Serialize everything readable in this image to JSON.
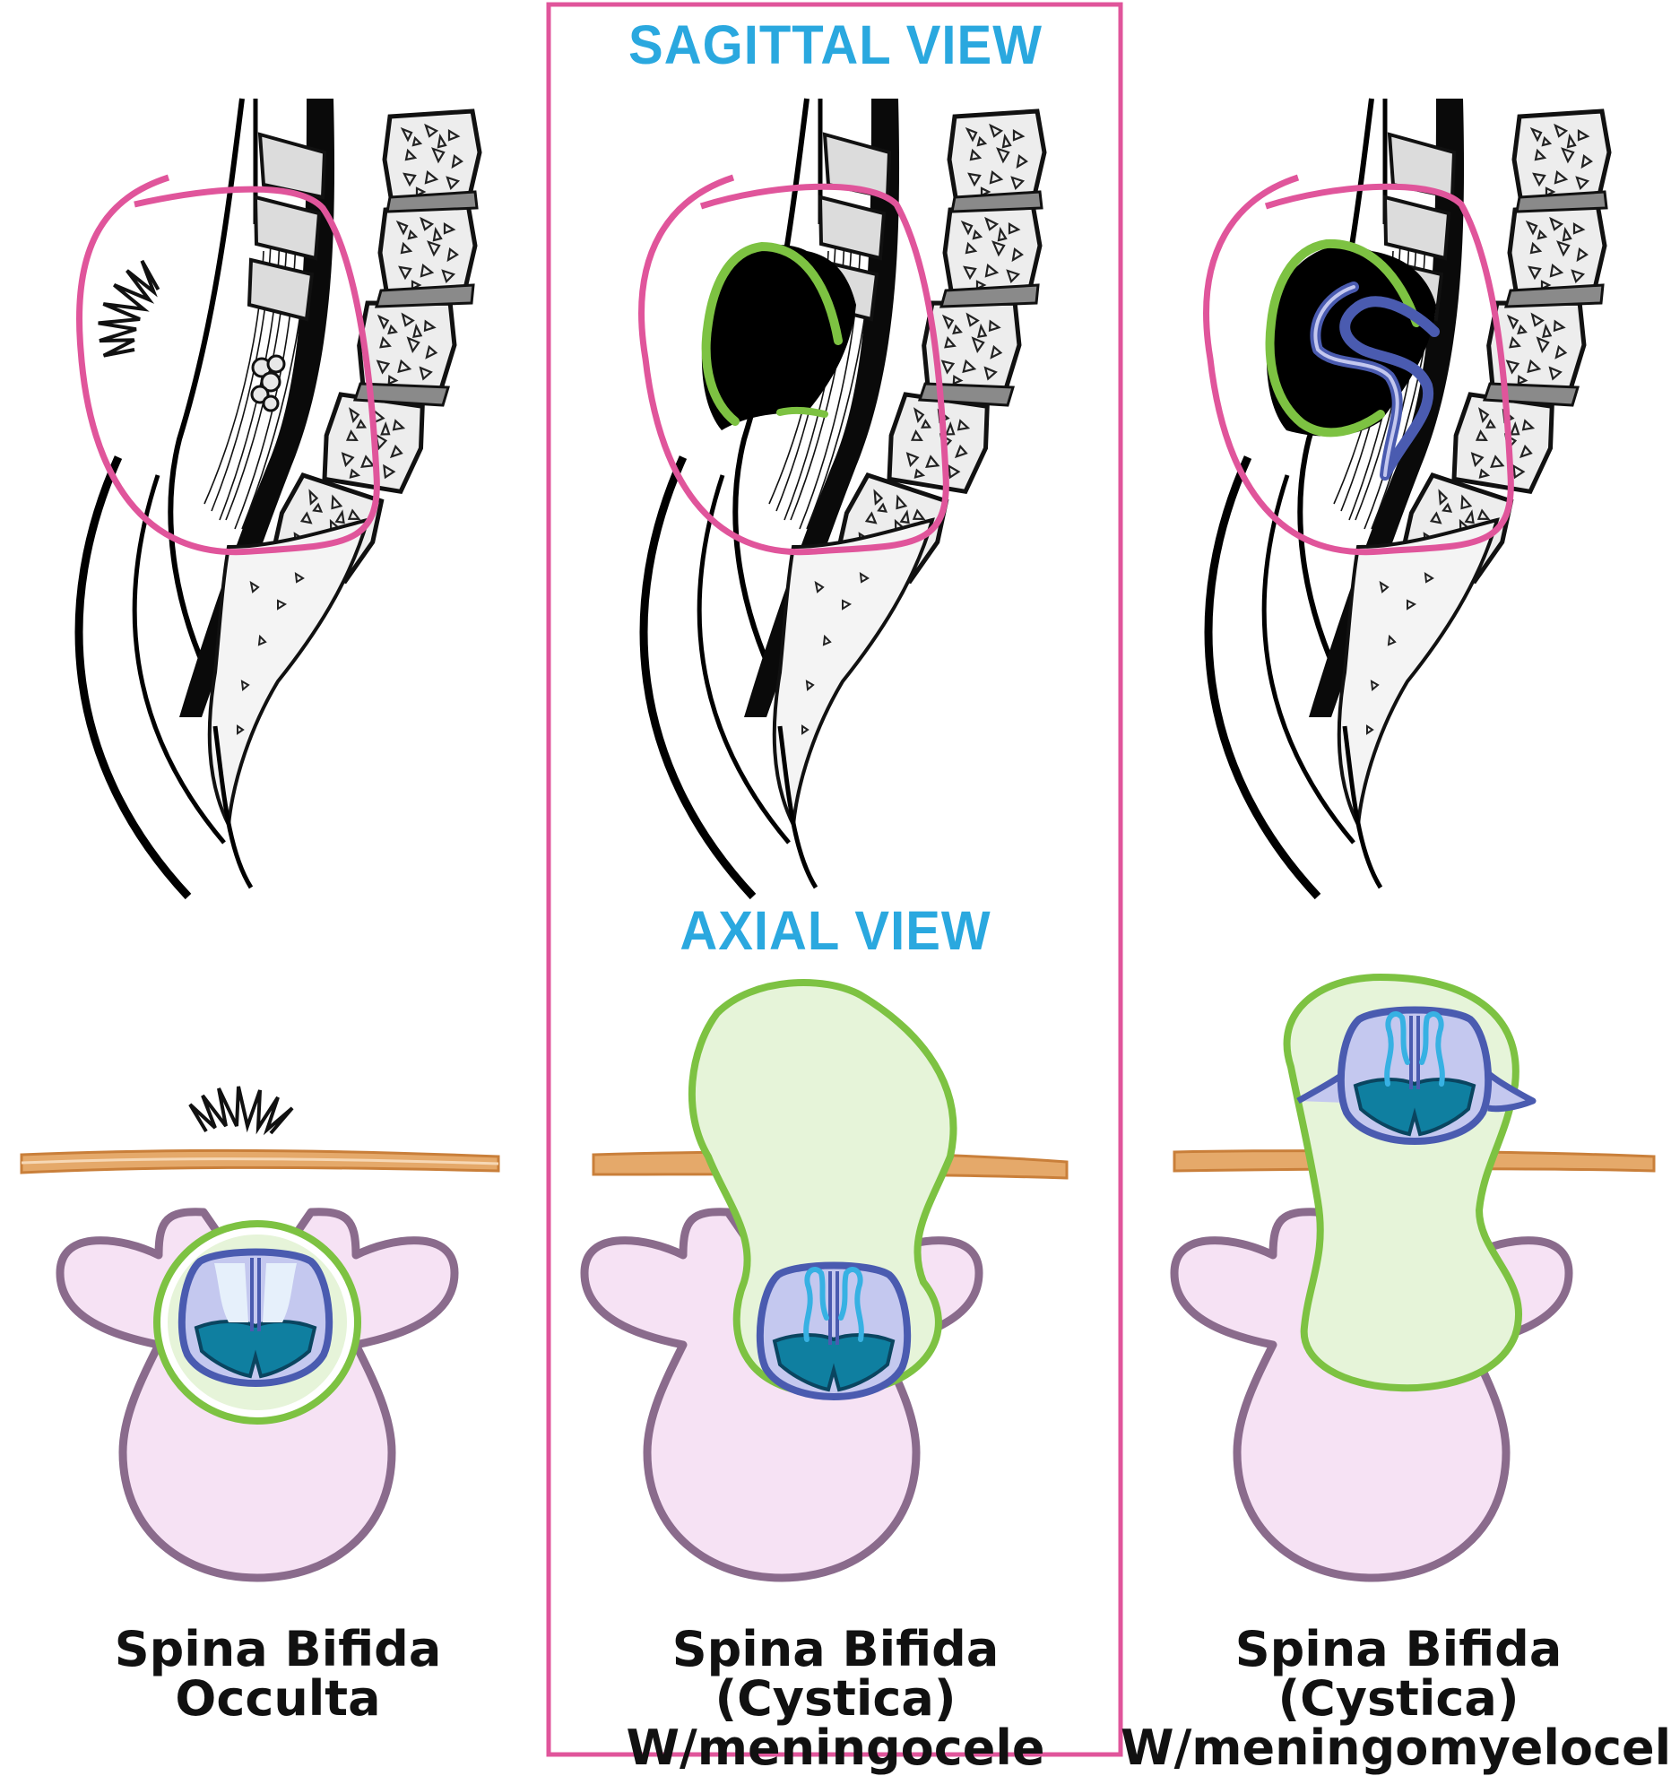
{
  "headings": {
    "sagittal": "SAGITTAL VIEW",
    "axial": "AXIAL VIEW"
  },
  "panels": [
    {
      "line1": "Spina Bifida",
      "line2": "Occulta"
    },
    {
      "line1": "Spina Bifida (Cystica)",
      "line2": "W/meningocele"
    },
    {
      "line1": "Spina Bifida (Cystica)",
      "line2": "W/meningomyelocele"
    }
  ],
  "colors": {
    "highlight_frame": "#e0559b",
    "heading_blue": "#2aa8df",
    "meninges_green": "#7dc242",
    "csf_fill": "#e6f4d9",
    "cord_outline": "#4a5bb0",
    "cord_fill": "#c4c8ef",
    "gray_matter": "#0f7fa0",
    "nerve_roots": "#37b1e3",
    "vertebra_fill": "#f6e2f4",
    "vertebra_outline": "#8a6b8c",
    "skin": "#e5a96a"
  }
}
